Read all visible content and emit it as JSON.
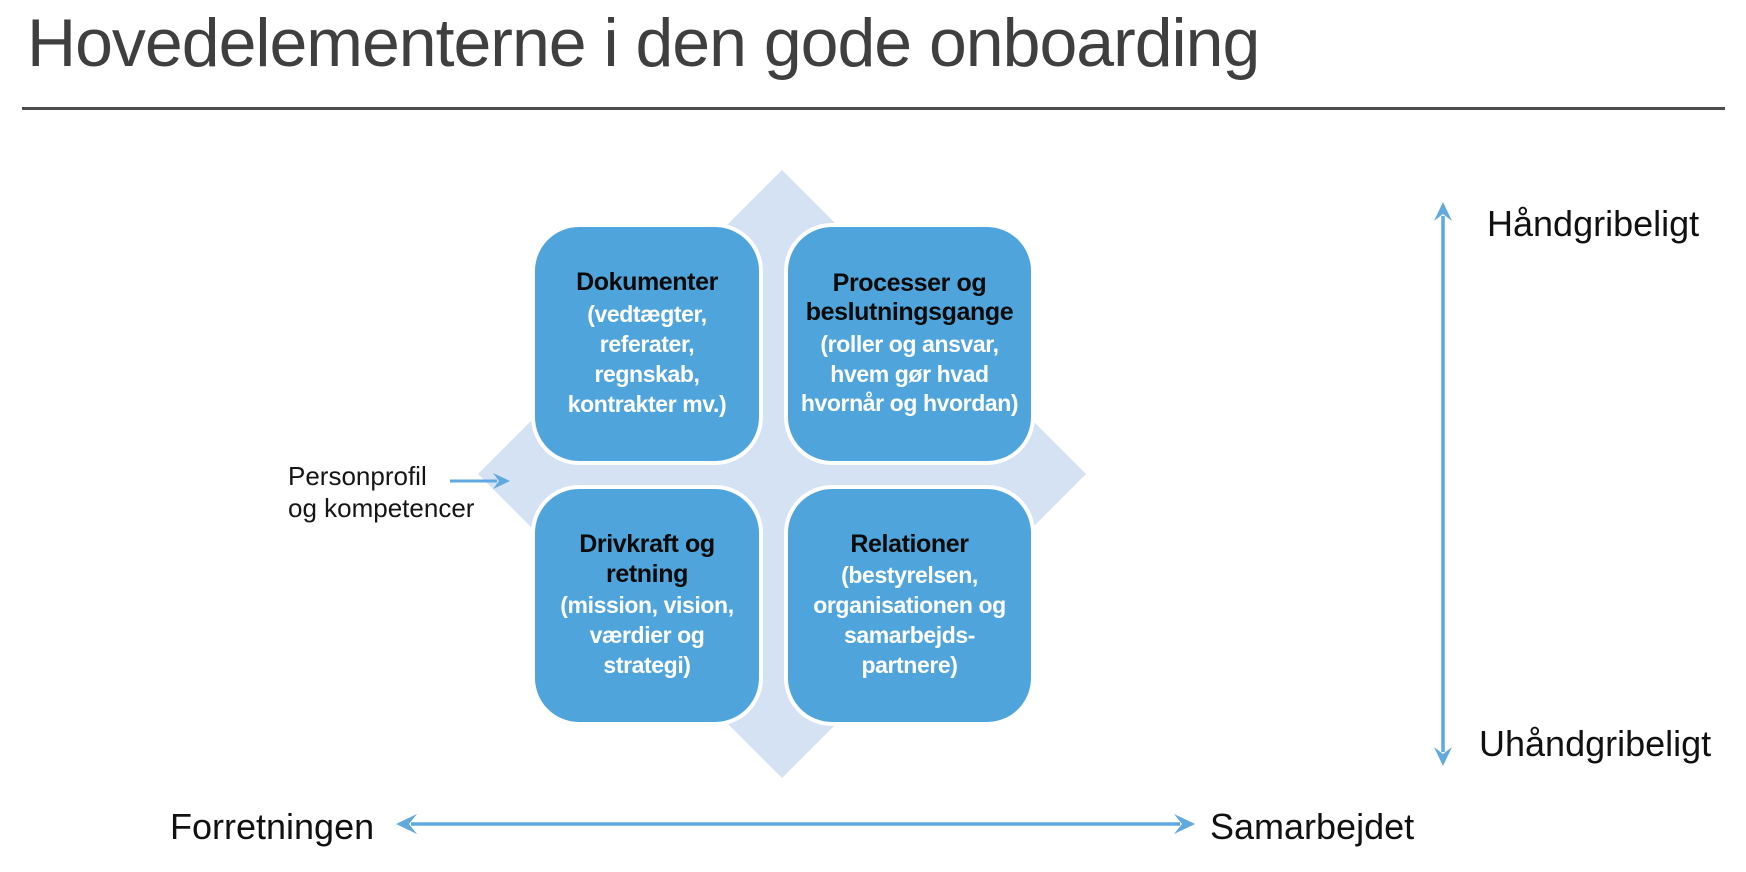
{
  "title": "Hovedelementerne i den gode onboarding",
  "colors": {
    "box-blue": "#4FA5DB",
    "diamond-blue": "#D5E2F3",
    "arrow-blue": "#5FA9E0",
    "title-gray": "#3F3F3F",
    "rule-gray": "#4D4D4D"
  },
  "matrix": {
    "quadrants": [
      {
        "id": "top-left",
        "heading": "Dokumenter",
        "detail": "(vedtægter,\nreferater,\nregnskab,\nkontrakter mv.)"
      },
      {
        "id": "top-right",
        "heading": "Processer og\nbeslutningsgange",
        "detail": "(roller og ansvar,\nhvem gør hvad\nhvornår og hvordan)"
      },
      {
        "id": "bottom-left",
        "heading": "Drivkraft og\nretning",
        "detail": "(mission, vision,\nværdier og\nstrategi)"
      },
      {
        "id": "bottom-right",
        "heading": "Relationer",
        "detail": "(bestyrelsen,\norganisationen og\nsamarbejds-\npartnere)"
      }
    ]
  },
  "annotation": {
    "text": "Personprofil\nog kompetencer"
  },
  "axes": {
    "vertical": {
      "top_label": "Håndgribeligt",
      "bottom_label": "Uhåndgribeligt"
    },
    "horizontal": {
      "left_label": "Forretningen",
      "right_label": "Samarbejdet"
    }
  }
}
